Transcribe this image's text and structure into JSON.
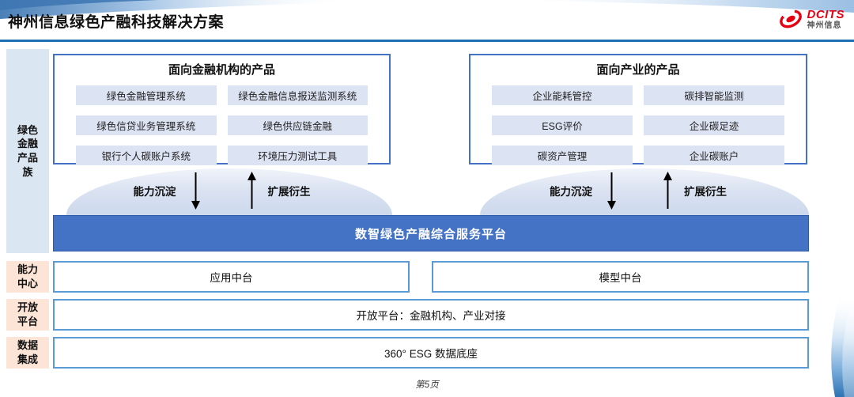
{
  "header": {
    "title": "神州信息绿色产融科技解决方案",
    "logo": {
      "brand_en": "DCITS",
      "brand_cn": "神州信息"
    }
  },
  "sidebar": {
    "product_family": "绿色金融产品族",
    "capability_center": "能力中心",
    "open_platform": "开放平台",
    "data_integration": "数据集成"
  },
  "finance_box": {
    "title": "面向金融机构的产品",
    "items": [
      "绿色金融管理系统",
      "绿色金融信息报送监测系统",
      "绿色信贷业务管理系统",
      "绿色供应链金融",
      "银行个人碳账户系统",
      "环境压力测试工具"
    ]
  },
  "industry_box": {
    "title": "面向产业的产品",
    "items": [
      "企业能耗管控",
      "碳排智能监测",
      "ESG评价",
      "企业碳足迹",
      "碳资产管理",
      "企业碳账户"
    ]
  },
  "arrows": {
    "down_label": "能力沉淀",
    "up_label": "扩展衍生"
  },
  "platform_bar": {
    "label": "数智绿色产融综合服务平台"
  },
  "middle_row": {
    "left": "应用中台",
    "right": "模型中台"
  },
  "open_platform_row": {
    "label": "开放平台：金融机构、产业对接"
  },
  "data_row": {
    "label": "360° ESG 数据底座"
  },
  "footer": {
    "page": "第5页"
  },
  "colors": {
    "accent_blue": "#4472c4",
    "light_border_blue": "#5b9bd5",
    "chip_bg": "#dce3f3",
    "sidebar_blue_bg": "#dbe6f3",
    "sidebar_peach_bg": "#fce4d6",
    "rule_blue": "#1f6fb5",
    "logo_red": "#e60012"
  }
}
